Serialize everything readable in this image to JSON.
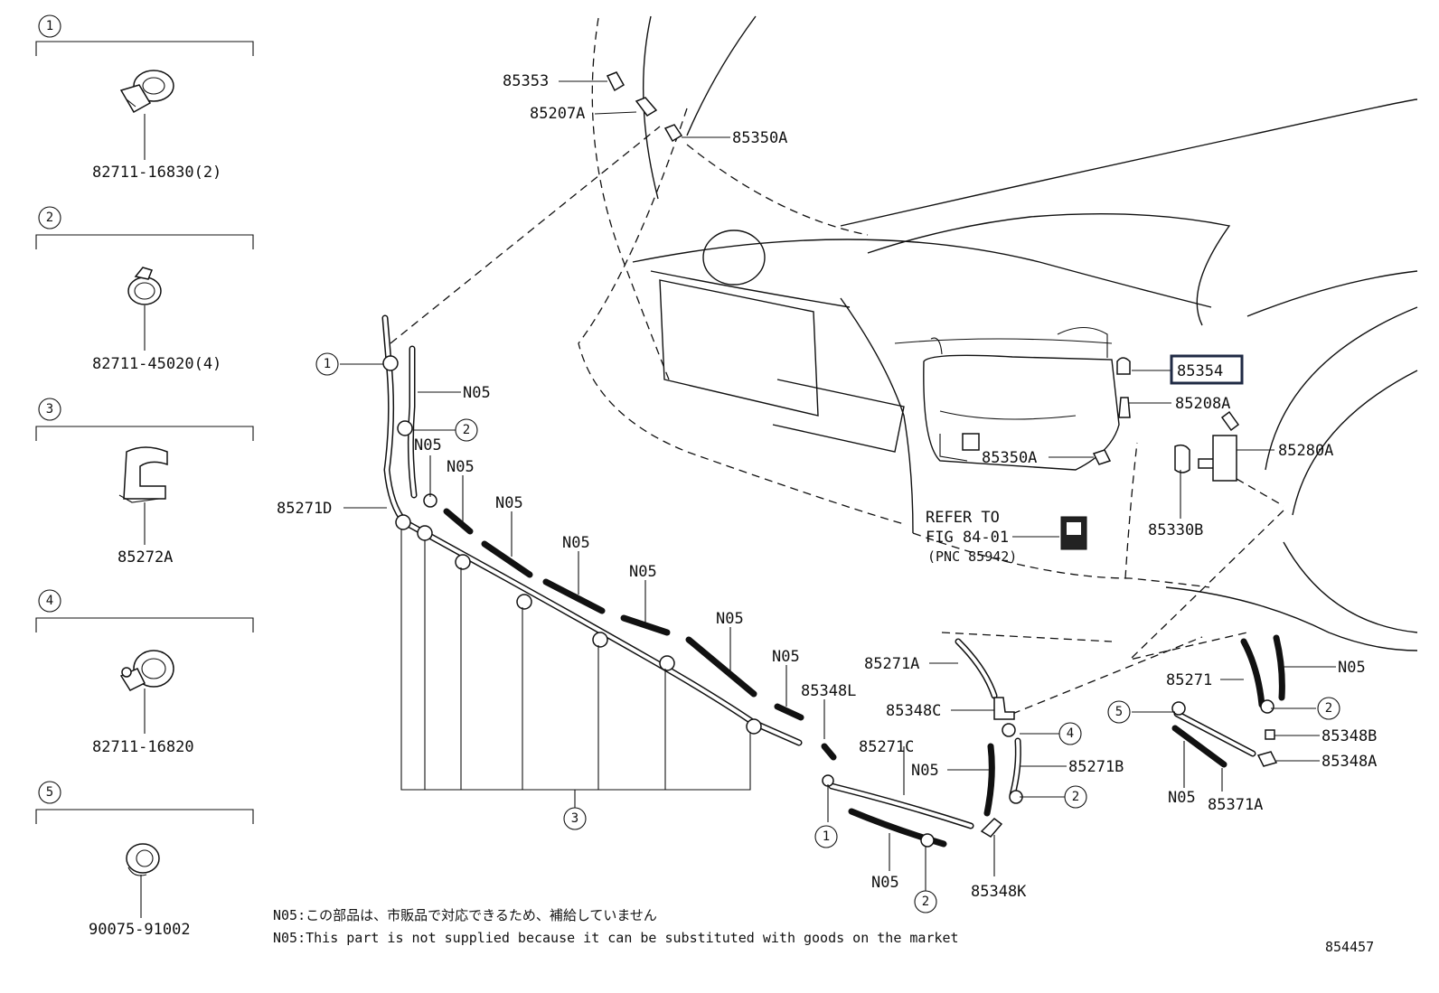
{
  "legend": [
    {
      "num": "1",
      "part": "82711-16830(2)"
    },
    {
      "num": "2",
      "part": "82711-45020(4)"
    },
    {
      "num": "3",
      "part": "85272A"
    },
    {
      "num": "4",
      "part": "82711-16820"
    },
    {
      "num": "5",
      "part": "90075-91002"
    }
  ],
  "labels": {
    "p85353": "85353",
    "p85207A": "85207A",
    "p85350A_top": "85350A",
    "p85354": "85354",
    "p85208A": "85208A",
    "p85350A_mid": "85350A",
    "p85280A": "85280A",
    "p85330B": "85330B",
    "p85271D": "85271D",
    "p85348L": "85348L",
    "p85271A": "85271A",
    "p85348C": "85348C",
    "p85271C": "85271C",
    "p85271B": "85271B",
    "p85348K": "85348K",
    "p85271": "85271",
    "p85348B": "85348B",
    "p85348A": "85348A",
    "p85371A": "85371A",
    "n05": "N05"
  },
  "refer": {
    "line1": "REFER TO",
    "line2": "FIG 84-01",
    "line3": "(PNC 85942)"
  },
  "notes": {
    "jp": "N05:この部品は、市販品で対応できるため、補給していません",
    "en": "N05:This part is not supplied because it can be substituted with goods on the market"
  },
  "figure_number": "854457",
  "highlight_color": "#1f2a44"
}
